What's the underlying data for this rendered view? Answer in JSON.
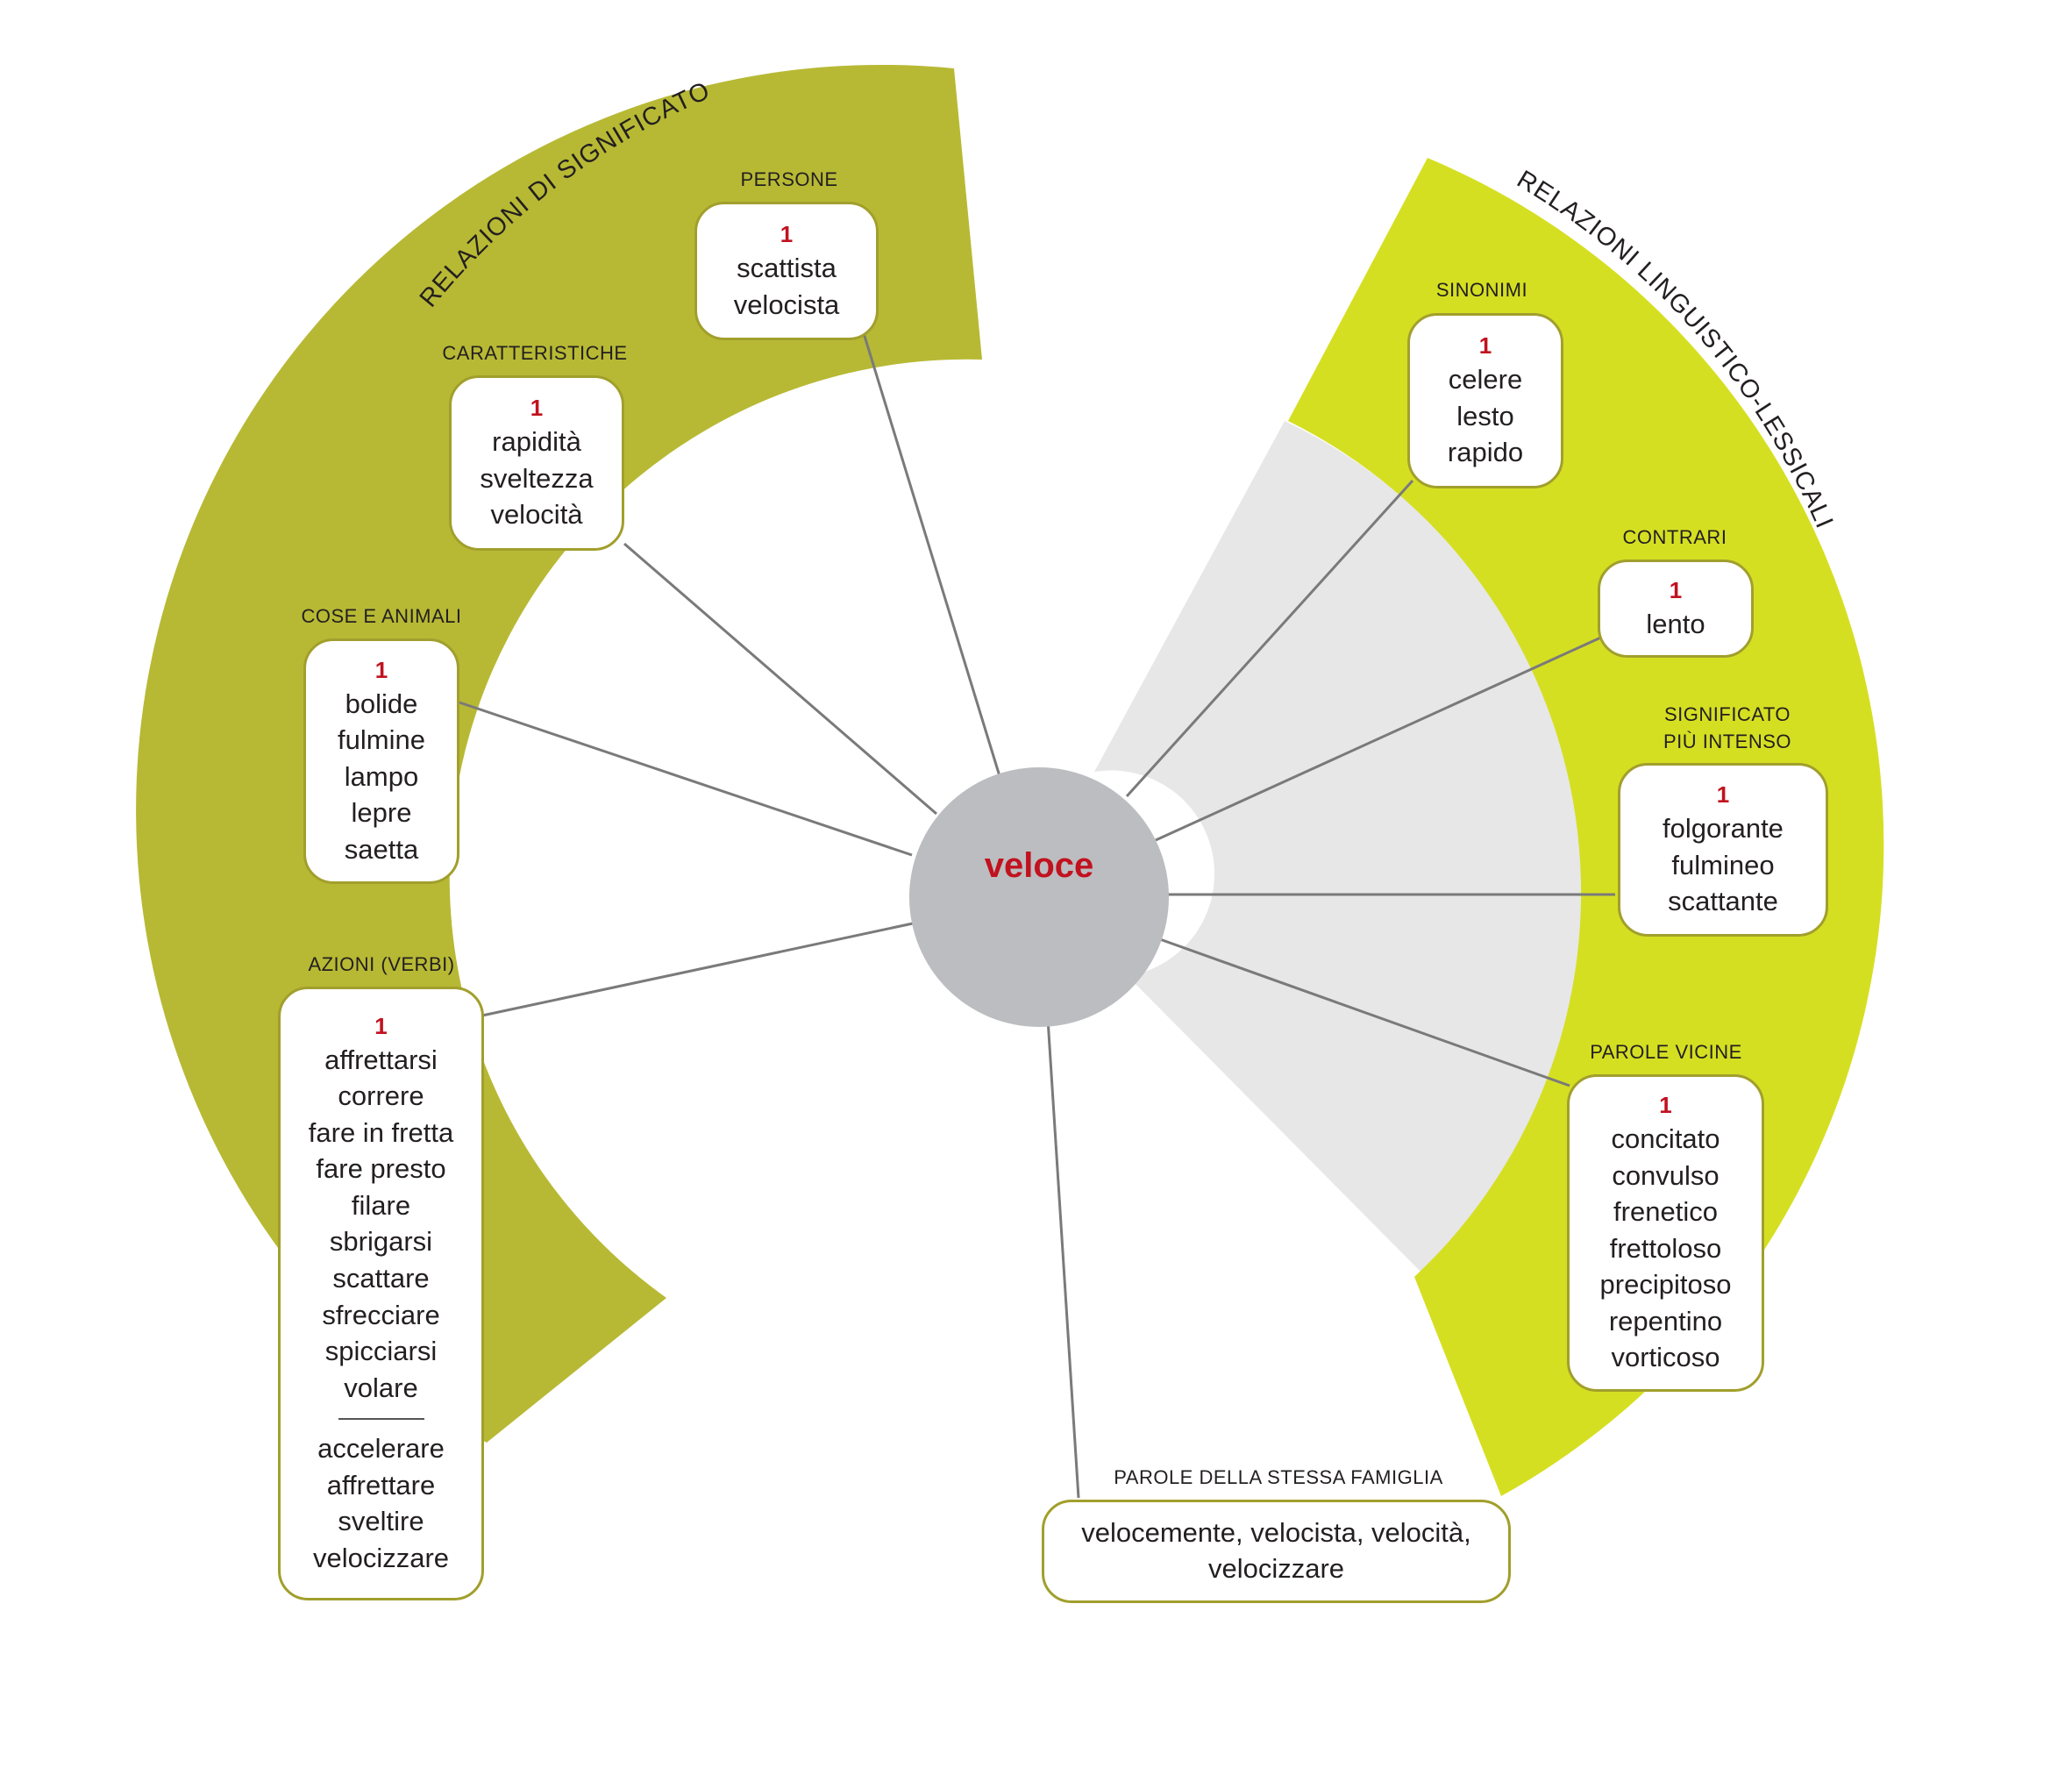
{
  "center": {
    "word": "veloce"
  },
  "arcs": {
    "left_title": "RELAZIONI DI SIGNIFICATO",
    "right_title": "RELAZIONI LINGUISTICO-LESSICALI"
  },
  "colors": {
    "left_arc": "#b7b934",
    "right_arc": "#d5df22",
    "grey_wedge": "#e7e7e7",
    "center_circle": "#bcbdc0",
    "number": "#c1121f",
    "box_border": "#a19f2c",
    "connector": "#7a7a7a"
  },
  "categories": {
    "persone": {
      "label": "PERSONE",
      "number": "1",
      "words": [
        "scattista",
        "velocista"
      ]
    },
    "caratteristiche": {
      "label": "CARATTERISTICHE",
      "number": "1",
      "words": [
        "rapidità",
        "sveltezza",
        "velocità"
      ]
    },
    "cose_animali": {
      "label": "COSE E ANIMALI",
      "number": "1",
      "words": [
        "bolide",
        "fulmine",
        "lampo",
        "lepre",
        "saetta"
      ]
    },
    "azioni": {
      "label": "AZIONI (VERBI)",
      "number": "1",
      "words": [
        "affrettarsi",
        "correre",
        "fare in fretta",
        "fare presto",
        "filare",
        "sbrigarsi",
        "scattare",
        "sfrecciare",
        "spicciarsi",
        "volare"
      ],
      "words_extra": [
        "accelerare",
        "affrettare",
        "sveltire",
        "velocizzare"
      ]
    },
    "sinonimi": {
      "label": "SINONIMI",
      "number": "1",
      "words": [
        "celere",
        "lesto",
        "rapido"
      ]
    },
    "contrari": {
      "label": "CONTRARI",
      "number": "1",
      "words": [
        "lento"
      ]
    },
    "intenso": {
      "label": "SIGNIFICATO\nPIÙ INTENSO",
      "number": "1",
      "words": [
        "folgorante",
        "fulmineo",
        "scattante"
      ]
    },
    "vicine": {
      "label": "PAROLE VICINE",
      "number": "1",
      "words": [
        "concitato",
        "convulso",
        "frenetico",
        "frettoloso",
        "precipitoso",
        "repentino",
        "vorticoso"
      ]
    },
    "famiglia": {
      "label": "PAROLE DELLA STESSA FAMIGLIA",
      "text": "velocemente, velocista, velocità, velocizzare"
    }
  }
}
